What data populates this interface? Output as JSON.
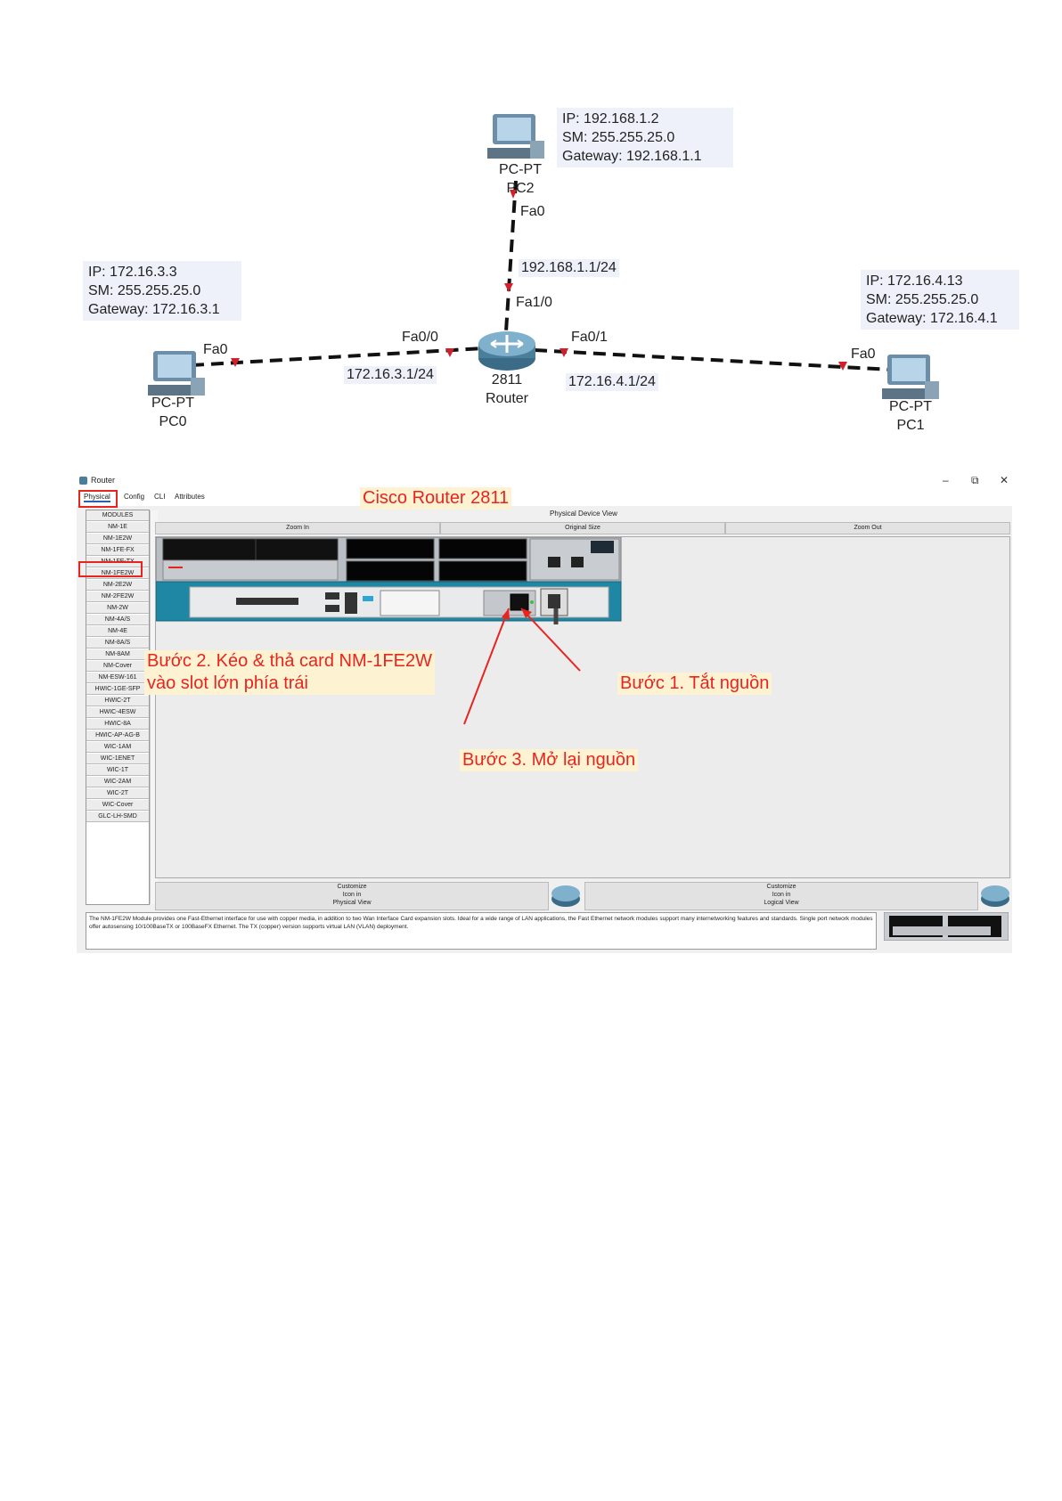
{
  "topology": {
    "pc2_info": [
      "IP: 192.168.1.2",
      "SM: 255.255.25.0",
      "Gateway: 192.168.1.1"
    ],
    "pc0_info": [
      "IP: 172.16.3.3",
      "SM: 255.255.25.0",
      "Gateway: 172.16.3.1"
    ],
    "pc1_info": [
      "IP: 172.16.4.13",
      "SM: 255.255.25.0",
      "Gateway: 172.16.4.1"
    ],
    "pc2_label": [
      "PC-PT",
      "PC2"
    ],
    "pc0_label": [
      "PC-PT",
      "PC0"
    ],
    "pc1_label": [
      "PC-PT",
      "PC1"
    ],
    "router_label": [
      "2811",
      "Router"
    ],
    "if_pc2": "Fa0",
    "if_router_pc2": "Fa1/0",
    "net_pc2": "192.168.1.1/24",
    "if_pc0": "Fa0",
    "if_router_pc0": "Fa0/0",
    "net_pc0": "172.16.3.1/24",
    "if_pc1": "Fa0",
    "if_router_pc1": "Fa0/1",
    "net_pc1": "172.16.4.1/24"
  },
  "window": {
    "title": "Router",
    "minimize": "–",
    "restore": "⧉",
    "close": "✕",
    "tabs": [
      "Physical",
      "Config",
      "CLI",
      "Attributes"
    ],
    "view_title": "Physical Device View",
    "zoom_in": "Zoom In",
    "original_size": "Original Size",
    "zoom_out": "Zoom Out",
    "modules": [
      "MODULES",
      "NM-1E",
      "NM-1E2W",
      "NM-1FE-FX",
      "NM-1FE-TX",
      "NM-1FE2W",
      "NM-2E2W",
      "NM-2FE2W",
      "NM-2W",
      "NM-4A/S",
      "NM-4E",
      "NM-8A/S",
      "NM-8AM",
      "NM-Cover",
      "NM-ESW-161",
      "HWIC-1GE-SFP",
      "HWIC-2T",
      "HWIC-4ESW",
      "HWIC-8A",
      "HWIC-AP-AG-B",
      "WIC-1AM",
      "WIC-1ENET",
      "WIC-1T",
      "WIC-2AM",
      "WIC-2T",
      "WIC-Cover",
      "GLC-LH-SMD"
    ],
    "customize_physical": [
      "Customize",
      "Icon in",
      "Physical View"
    ],
    "customize_logical": [
      "Customize",
      "Icon in",
      "Logical View"
    ],
    "description": "The NM-1FE2W Module provides one Fast-Ethernet interface for use with copper media, in addition to two Wan Interface Card expansion slots. Ideal for a wide range of LAN applications, the Fast Ethernet network modules support many internetworking features and standards. Single port network modules offer autosensing 10/100BaseTX or 100BaseFX Ethernet. The TX (copper) version supports virtual LAN (VLAN) deployment."
  },
  "annotations": {
    "title": "Cisco Router 2811",
    "step2": [
      "Bước 2. Kéo & thả card NM-1FE2W",
      "vào slot lớn phía trái"
    ],
    "step1": "Bước 1. Tắt nguồn",
    "step3": "Bước 3. Mở lại nguồn"
  },
  "colors": {
    "annotation": "#e8241f",
    "highlight_box": "#e8241f",
    "link": "#111111",
    "link_marker": "#d0202a"
  }
}
